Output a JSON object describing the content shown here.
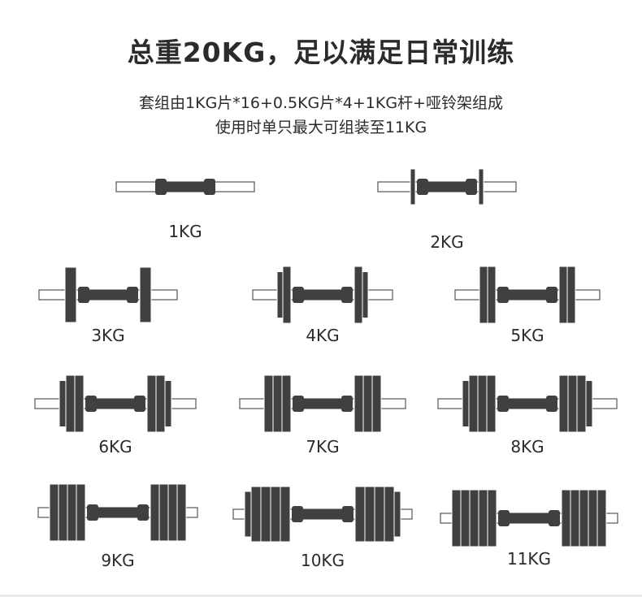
{
  "header": {
    "title": "总重20KG，足以满足日常训练",
    "subtitle_line1": "套组由1KG片*16+0.5KG片*4+1KG杆+哑铃架组成",
    "subtitle_line2": "使用时单只最大可组装至11KG"
  },
  "colors": {
    "plate": "#404040",
    "bar_outline": "#555555",
    "bar_fill": "#ffffff",
    "text": "#2b2b2b"
  },
  "configurations": [
    {
      "label": "1KG",
      "kg": 1
    },
    {
      "label": "2KG",
      "kg": 2
    },
    {
      "label": "3KG",
      "kg": 3
    },
    {
      "label": "4KG",
      "kg": 4
    },
    {
      "label": "5KG",
      "kg": 5
    },
    {
      "label": "6KG",
      "kg": 6
    },
    {
      "label": "7KG",
      "kg": 7
    },
    {
      "label": "8KG",
      "kg": 8
    },
    {
      "label": "9KG",
      "kg": 9
    },
    {
      "label": "10KG",
      "kg": 10
    },
    {
      "label": "11KG",
      "kg": 11
    }
  ]
}
